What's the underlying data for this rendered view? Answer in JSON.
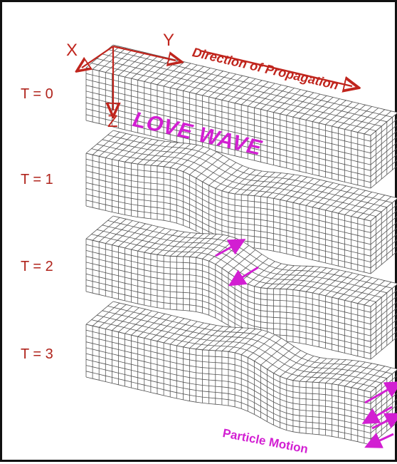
{
  "time_labels": [
    "T = 0",
    "T = 1",
    "T = 2",
    "T = 3"
  ],
  "axes": {
    "x": "X",
    "y": "Y",
    "z": "Z"
  },
  "direction_label": "Direction of Propagation",
  "wave_label": "LOVE WAVE",
  "particle_motion_label": "Particle Motion",
  "colors": {
    "label_red": "#c0251d",
    "accent_magenta": "#d21fd2",
    "grid_line": "#555555",
    "frame": "#111111"
  }
}
